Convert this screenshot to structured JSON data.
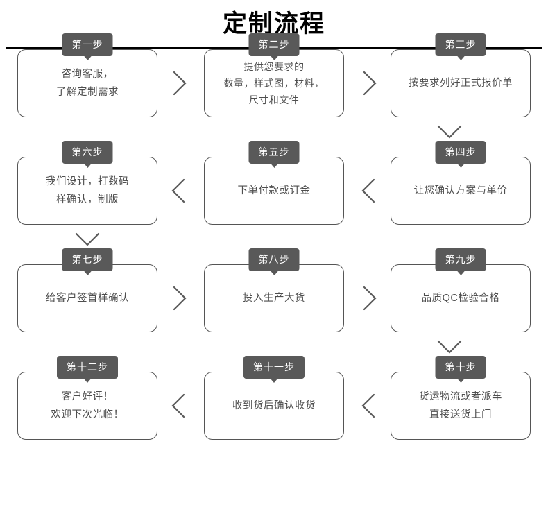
{
  "header": {
    "title": "定制流程"
  },
  "icons": {
    "chevron_right": "chevron-right-icon",
    "chevron_left": "chevron-left-icon",
    "chevron_down": "chevron-down-icon"
  },
  "colors": {
    "badge_bg": "#595959",
    "badge_text": "#ffffff",
    "box_border": "#555555",
    "box_text": "#4e4e4e",
    "title_text": "#000000",
    "rule": "#000000",
    "chevron": "#5a5a5a",
    "background": "#ffffff"
  },
  "flow": {
    "rows": [
      {
        "direction": "left-to-right",
        "cells": [
          {
            "badge": "第一步",
            "text": "咨询客服，\n了解定制需求",
            "lines": 2
          },
          {
            "badge": "第二步",
            "text": "提供您要求的\n数量，样式图，材料，\n尺寸和文件",
            "lines": 3
          },
          {
            "badge": "第三步",
            "text": "按要求列好正式报价单",
            "lines": 1
          }
        ],
        "connectors": [
          "chevron-right",
          "chevron-right"
        ],
        "down_connector": "col3"
      },
      {
        "direction": "right-to-left",
        "cells": [
          {
            "badge": "第六步",
            "text": "我们设计，打数码\n样确认，制版",
            "lines": 2
          },
          {
            "badge": "第五步",
            "text": "下单付款或订金",
            "lines": 1
          },
          {
            "badge": "第四步",
            "text": "让您确认方案与单价",
            "lines": 1
          }
        ],
        "connectors": [
          "chevron-left",
          "chevron-left"
        ],
        "down_connector": "col1"
      },
      {
        "direction": "left-to-right",
        "cells": [
          {
            "badge": "第七步",
            "text": "给客户签首样确认",
            "lines": 1
          },
          {
            "badge": "第八步",
            "text": "投入生产大货",
            "lines": 1
          },
          {
            "badge": "第九步",
            "text": "品质QC检验合格",
            "lines": 1
          }
        ],
        "connectors": [
          "chevron-right",
          "chevron-right"
        ],
        "down_connector": "col3"
      },
      {
        "direction": "right-to-left",
        "cells": [
          {
            "badge": "第十二步",
            "text": "客户好评！\n欢迎下次光临！",
            "lines": 2
          },
          {
            "badge": "第十一步",
            "text": "收到货后确认收货",
            "lines": 1
          },
          {
            "badge": "第十步",
            "text": "货运物流或者派车\n直接送货上门",
            "lines": 2
          }
        ],
        "connectors": [
          "chevron-left",
          "chevron-left"
        ],
        "down_connector": null
      }
    ]
  }
}
